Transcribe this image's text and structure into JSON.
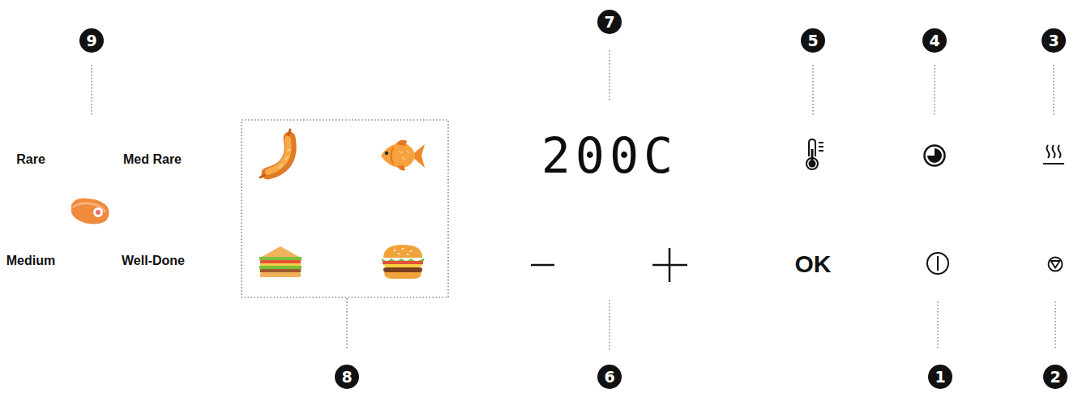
{
  "diagram": {
    "labels": [
      "9",
      "Rare",
      "Med Rare",
      "Medium",
      "Well-Done",
      "8",
      "7",
      "200C",
      "6",
      "5",
      "4",
      "3",
      "OK",
      "1",
      "2"
    ]
  }
}
